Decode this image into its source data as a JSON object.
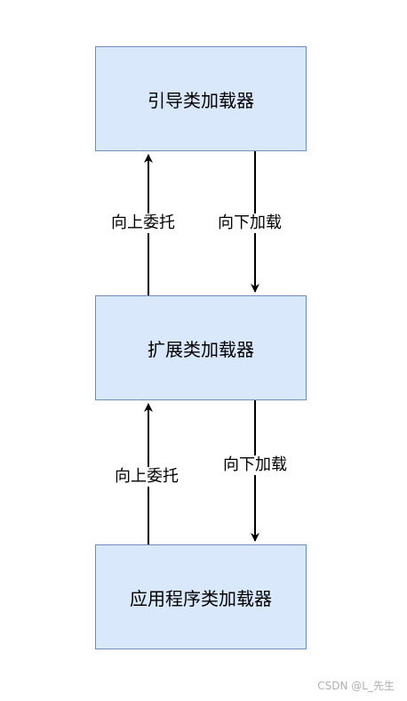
{
  "nodes": {
    "bootstrap": "引导类加载器",
    "extension": "扩展类加载器",
    "application": "应用程序类加载器"
  },
  "edges": {
    "ext_to_boot": "向上委托",
    "boot_to_ext": "向下加载",
    "app_to_ext": "向上委托",
    "ext_to_app": "向下加载"
  },
  "colors": {
    "box_fill": "#dae8fc",
    "box_border": "#6c8ebf",
    "arrow": "#000000"
  },
  "watermark": "CSDN @L_先生"
}
